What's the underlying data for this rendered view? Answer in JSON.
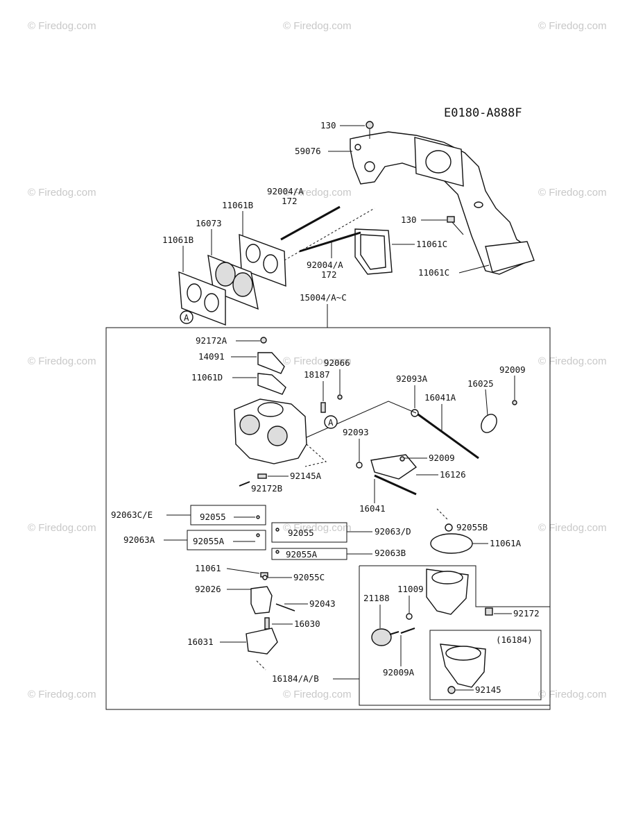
{
  "diagram_code": "E0180-A888F",
  "watermark": "© Firedog.com",
  "callout_marker": "A",
  "labels": {
    "l130a": "130",
    "l59076": "59076",
    "l92004a_top": "92004/A",
    "l172_top": "172",
    "l11061b_1": "11061B",
    "l16073": "16073",
    "l11061b_2": "11061B",
    "l130b": "130",
    "l11061c_1": "11061C",
    "l92004a_mid": "92004/A",
    "l172_mid": "172",
    "l11061c_2": "11061C",
    "l15004": "15004/A~C",
    "l92172a": "92172A",
    "l14091": "14091",
    "l92066": "92066",
    "l11061d": "11061D",
    "l18187": "18187",
    "l92093a": "92093A",
    "l16025": "16025",
    "l92009_1": "92009",
    "l16041a": "16041A",
    "l92093": "92093",
    "l92009_2": "92009",
    "l16126": "16126",
    "l92145a": "92145A",
    "l92172b": "92172B",
    "l16041": "16041",
    "l92063ce": "92063C/E",
    "l92055_1": "92055",
    "l92055_2": "92055",
    "l92063d": "92063/D",
    "l92055b": "92055B",
    "l92063a": "92063A",
    "l92055a_1": "92055A",
    "l11061a": "11061A",
    "l92055a_2": "92055A",
    "l92063b": "92063B",
    "l11061": "11061",
    "l92055c": "92055C",
    "l11009": "11009",
    "l92026": "92026",
    "l21188": "21188",
    "l92043": "92043",
    "l92172": "92172",
    "l16030": "16030",
    "l16184p": "(16184)",
    "l16031": "16031",
    "l92009a": "92009A",
    "l16184ab": "16184/A/B",
    "l92145": "92145"
  }
}
